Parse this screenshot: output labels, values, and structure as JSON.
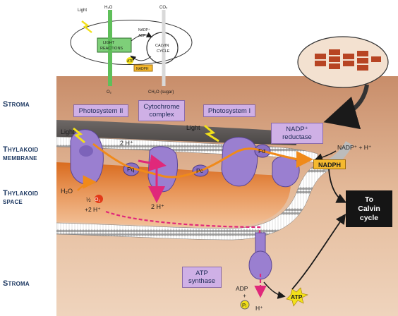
{
  "regions": {
    "stroma_top": "Stroma",
    "thylakoid_membrane": [
      "Thylakoid",
      "membrane"
    ],
    "thylakoid_space": [
      "Thylakoid",
      "space"
    ],
    "stroma_bottom": "Stroma"
  },
  "complexes": {
    "photosystem_ii": "Photosystem II",
    "cytochrome_complex": [
      "Cytochrome",
      "complex"
    ],
    "photosystem_i": "Photosystem I",
    "nadp_reductase": [
      "NADP⁺",
      "reductase"
    ],
    "atp_synthase": [
      "ATP",
      "synthase"
    ]
  },
  "labels": {
    "light_1": "Light",
    "light_2": "Light",
    "h2o": "H₂O",
    "half_o2_half": "½",
    "half_o2_o2": "O₂",
    "plus_2h_1": "+2 H⁺",
    "two_h_top": "2 H⁺",
    "two_h_bottom": "2 H⁺",
    "pq": "Pq",
    "pc": "Pc",
    "fd": "Fd",
    "nadp_plus_h": "NADP⁺ + H⁺",
    "nadph": "NADPH",
    "adp": "ADP",
    "plus": "+",
    "pi": "Pᵢ",
    "atp": "ATP",
    "h_plus": "H⁺",
    "to_calvin": [
      "To",
      "Calvin",
      "cycle"
    ]
  },
  "inset": {
    "light": "Light",
    "h2o": "H₂O",
    "co2": "CO₂",
    "nadp": "NADP⁺",
    "adp": "ADP",
    "light_reactions": [
      "LIGHT",
      "REACTIONS"
    ],
    "atp": "ATP",
    "nadph": "NADPH",
    "calvin_cycle": [
      "CALVIN",
      "CYCLE"
    ],
    "o2": "O₂",
    "sugar": "CH₂O (sugar)"
  },
  "colors": {
    "stroma_bg": "#e8c3a3",
    "membrane_purple": "#9a7fd0",
    "electron_path": "#f08a1a",
    "proton_path": "#e0287a",
    "calvin_box": "#151515",
    "label_blue": "#1f3a63"
  }
}
